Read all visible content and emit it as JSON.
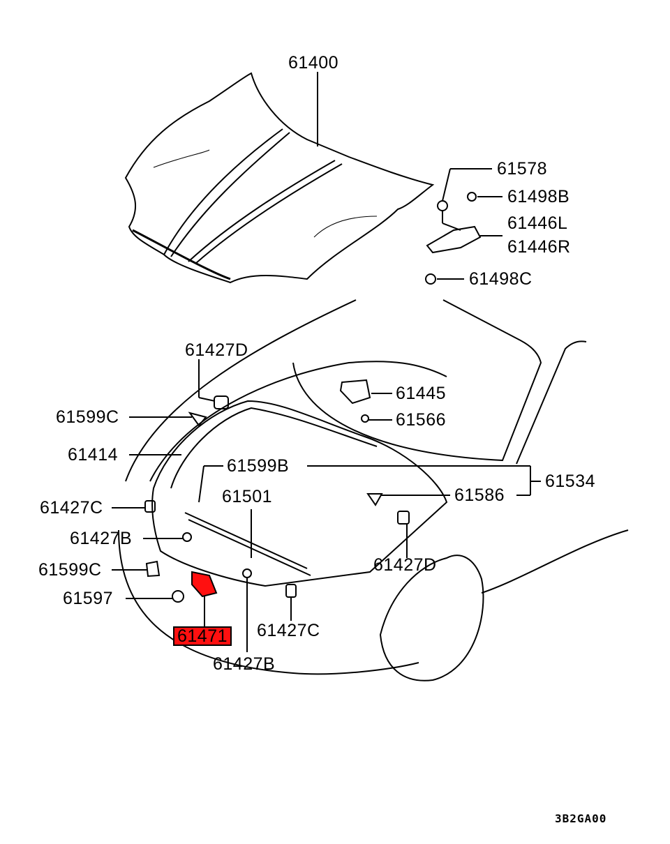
{
  "diagram": {
    "labels": {
      "p61400": "61400",
      "p61578": "61578",
      "p61498B": "61498B",
      "p61446L": "61446L",
      "p61446R": "61446R",
      "p61498C": "61498C",
      "p61427D_top": "61427D",
      "p61445": "61445",
      "p61599C_top": "61599C",
      "p61566": "61566",
      "p61414": "61414",
      "p61599B": "61599B",
      "p61534": "61534",
      "p61501": "61501",
      "p61586": "61586",
      "p61427C_left": "61427C",
      "p61427B_left": "61427B",
      "p61427D_right": "61427D",
      "p61599C_bottom": "61599C",
      "p61597": "61597",
      "p61471": "61471",
      "p61427C_bottom": "61427C",
      "p61427B_bottom": "61427B"
    },
    "highlight_color": "#ff1010",
    "diagram_code": "3B2GA00"
  }
}
